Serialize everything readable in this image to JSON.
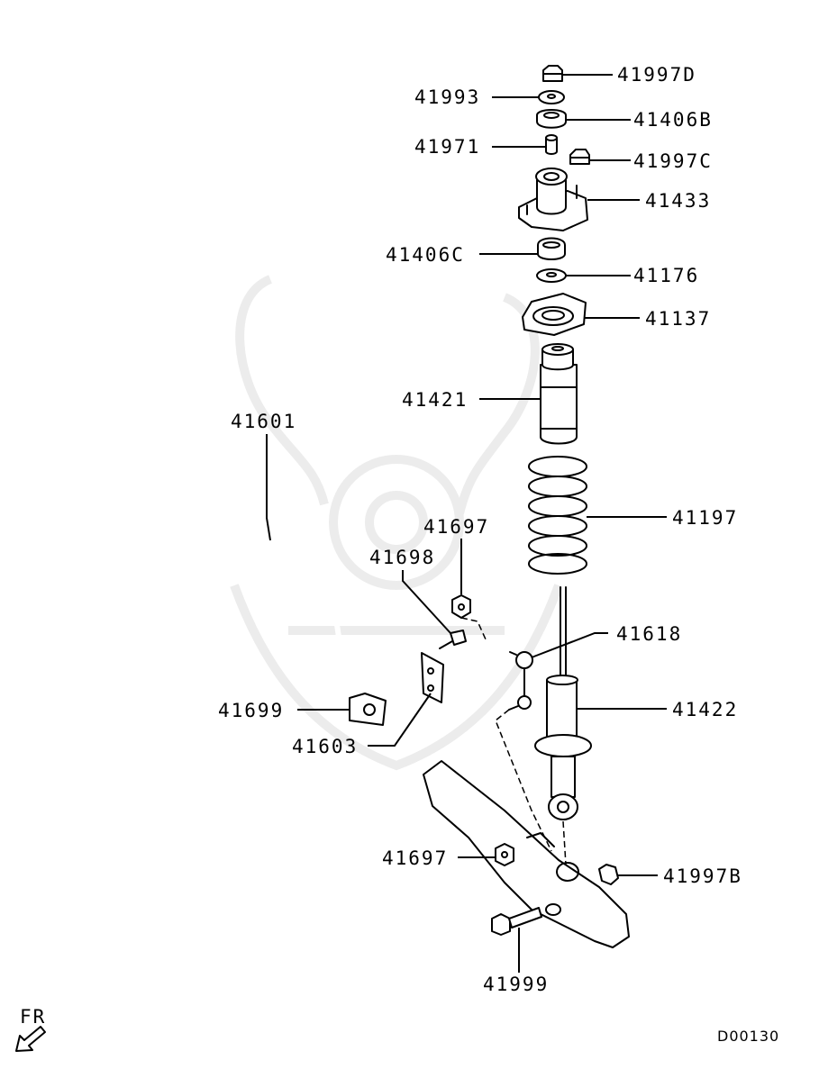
{
  "labels": {
    "p41997D": "41997D",
    "p41993": "41993",
    "p41406B": "41406B",
    "p41971": "41971",
    "p41997C": "41997C",
    "p41433": "41433",
    "p41406C": "41406C",
    "p41176": "41176",
    "p41137": "41137",
    "p41421": "41421",
    "p41197": "41197",
    "p41601": "41601",
    "p41697a": "41697",
    "p41698": "41698",
    "p41618": "41618",
    "p41422": "41422",
    "p41699": "41699",
    "p41603": "41603",
    "p41697b": "41697",
    "p41997B": "41997B",
    "p41999": "41999"
  },
  "direction_label": "FR",
  "diagram_code": "D00130",
  "icons": {
    "direction": "arrow-down-left-icon",
    "watermark": "samurai-helmet-watermark"
  }
}
